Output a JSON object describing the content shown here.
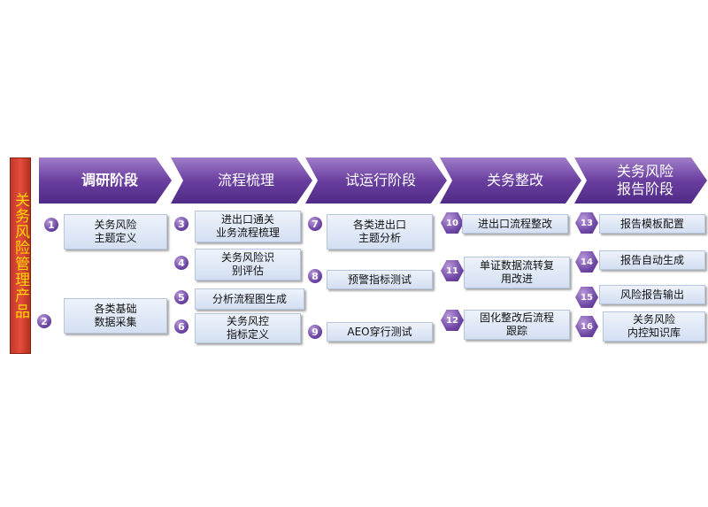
{
  "sidebar": {
    "label": "关务风险管理产品"
  },
  "phases": [
    {
      "label": "调研阶段"
    },
    {
      "label": "流程梳理"
    },
    {
      "label": "试运行阶段"
    },
    {
      "label": "关务整改"
    },
    {
      "label": "关务风险\n报告阶段"
    }
  ],
  "steps": [
    {
      "num": "1",
      "label": "关务风险\n主题定义"
    },
    {
      "num": "2",
      "label": "各类基础\n数据采集"
    },
    {
      "num": "3",
      "label": "进出口通关\n业务流程梳理"
    },
    {
      "num": "4",
      "label": "关务风险识\n别评估"
    },
    {
      "num": "5",
      "label": "分析流程图生成"
    },
    {
      "num": "6",
      "label": "关务风控\n指标定义"
    },
    {
      "num": "7",
      "label": "各类进出口\n主题分析"
    },
    {
      "num": "8",
      "label": "预警指标测试"
    },
    {
      "num": "9",
      "label": "AEO穿行测试"
    },
    {
      "num": "10",
      "label": "进出口流程整改"
    },
    {
      "num": "11",
      "label": "单证数据流转复\n用改进"
    },
    {
      "num": "12",
      "label": "固化整改后流程\n跟踪"
    },
    {
      "num": "13",
      "label": "报告模板配置"
    },
    {
      "num": "14",
      "label": "报告自动生成"
    },
    {
      "num": "15",
      "label": "风险报告输出"
    },
    {
      "num": "16",
      "label": "关务风险\n内控知识库"
    }
  ]
}
